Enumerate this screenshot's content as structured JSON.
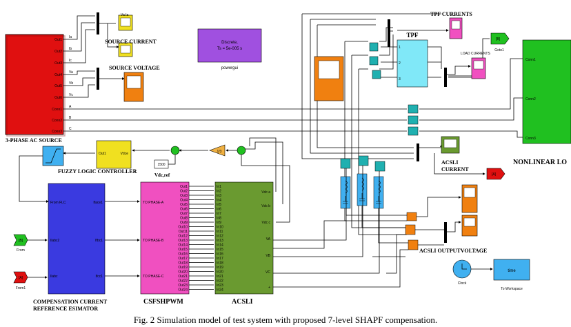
{
  "labels": {
    "ac_source": "3-PHASE AC SOURCE",
    "source_current": "SOURCE CURRENT",
    "source_voltage": "SOURCE VOLTAGE",
    "fuzzy": "FUZZY LOGIC CONTROLLER",
    "vdc_ref": "Vdc,ref",
    "comp_line1": "COMPENSATION CURRENT",
    "comp_line2": "REFERENCE ESIMATOR",
    "csfshpwm": "CSFSHPWM",
    "acsli": "ACSLI",
    "tpf_currents": "TPF CURRENTS",
    "tpf": "TPF",
    "load_currents": "LOAD CURRENTS",
    "acsli_current_1": "ACSLI",
    "acsli_current_2": "CURRENT",
    "nonlinear_load": "NONLINEAR LO",
    "acsli_output_voltage": "ACSLI OUTPUTVOLTAGE",
    "powergui": "powergui",
    "discrete_1": "Discrete,",
    "discrete_2": "Ts = 5e-005 s",
    "goto1_tag": "[B]",
    "goto1": "Goto1",
    "goto_a_tag": "[A]",
    "from_tag": "[B]",
    "from": "From",
    "from1_tag": "[A]",
    "from1": "From1",
    "clock": "Clock",
    "to_workspace": "To Workspace",
    "time": "time",
    "const_1500": "1500",
    "gain_1_3": "1/3",
    "vabc_ia": "Va Ia",
    "caption": "Fig. 2 Simulation model of test system with proposed 7-level SHAPF   compensation."
  },
  "ports": {
    "source_out": [
      "Out1",
      "Out2",
      "Out3",
      "Out4",
      "Out5",
      "Out6",
      "Conn1",
      "Conn2",
      "Conn3"
    ],
    "source_sig": [
      "Ia",
      "Ib",
      "Ic",
      "Va",
      "Vb",
      "Vc",
      "A",
      "B",
      "C"
    ],
    "flc_in": "Out1",
    "flc_out": "Vdce",
    "comp_in": [
      "From FLC",
      "Ilabc2",
      "Ilabc"
    ],
    "comp_out": [
      "Iface1",
      "Ifbc1",
      "Ifcc1"
    ],
    "pwm_in": [
      "TO PHASE-A",
      "TO PHASE-B",
      "TO PHASE-C"
    ],
    "pwm_out": [
      "Out1",
      "Out2",
      "Out3",
      "Out4",
      "Out5",
      "Out6",
      "Out7",
      "Out8",
      "Out9",
      "Out10",
      "Out11",
      "Out12",
      "Out13",
      "Out14",
      "Out15",
      "Out16",
      "Out17",
      "Out18",
      "Out19",
      "Out20",
      "Out21",
      "Out22",
      "Out23",
      "Out24"
    ],
    "acsli_in": [
      "In1",
      "In2",
      "In3",
      "In4",
      "In5",
      "In6",
      "In7",
      "In8",
      "In9",
      "In10",
      "In11",
      "In12",
      "In13",
      "In14",
      "In15",
      "In16",
      "In17",
      "In18",
      "In19",
      "In20",
      "In21",
      "In22",
      "In23",
      "In24"
    ],
    "acsli_out": [
      "Vdc a",
      "Vdc b",
      "Vdc c",
      "VA",
      "VB",
      "VC",
      "+"
    ],
    "tpf_ports": [
      "1",
      "2",
      "3"
    ],
    "load_ports": [
      "Conn1",
      "Conn2",
      "Conn3"
    ]
  },
  "colors": {
    "source": "#e01010",
    "scope": "#f0e020",
    "orange": "#f08010",
    "powergui": "#a050e0",
    "fuzzy": "#f0e020",
    "comp": "#3a3ae0",
    "pwm": "#f050c0",
    "acsli": "#6a9a30",
    "tpf": "#80e8f8",
    "teal": "#20b0b0",
    "magenta": "#f050c0",
    "green": "#20c020",
    "lightblue": "#40b0f0"
  }
}
